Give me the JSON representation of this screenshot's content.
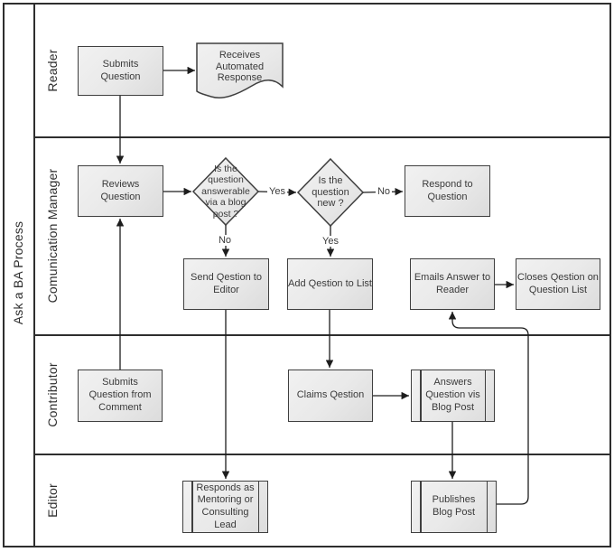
{
  "title": "Ask a BA Process",
  "lanes": [
    {
      "label": "Reader"
    },
    {
      "label": "Comunication Manager"
    },
    {
      "label": "Contributor"
    },
    {
      "label": "Editor"
    }
  ],
  "nodes": {
    "submits_question": "Submits\nQuestion",
    "receives_automated_response": "Receives\nAutomated\nResponse",
    "reviews_question": "Reviews\nQuestion",
    "is_question_answerable": "Is the\nquestion\nanswerable\nvia a blog\npost ?",
    "is_question_new": "Is the\nquestion\nnew ?",
    "respond_to_question": "Respond to\nQuestion",
    "send_qestion_to_editor": "Send Qestion to\nEditor",
    "add_qestion_to_list": "Add Qestion to List",
    "emails_answer_to_reader": "Emails Answer to\nReader",
    "closes_qestion_on_question_list": "Closes Qestion on\nQuestion List",
    "submits_question_from_comment": "Submits\nQuestion from\nComment",
    "claims_qestion": "Claims Qestion",
    "answers_question_vis_blog_post": "Answers\nQuestion vis\nBlog Post",
    "responds_as_mentoring": "Responds as\nMentoring or\nConsulting\nLead",
    "publishes_blog_post": "Publishes\nBlog Post"
  },
  "edge_labels": {
    "q1_yes": "Yes",
    "q1_no": "No",
    "q2_no": "No",
    "q2_yes": "Yes"
  },
  "colors": {
    "node_fill_top": "#f1f1f1",
    "node_fill_bottom": "#dcdcdc",
    "node_border": "#3f3f3f",
    "line": "#1d1d1d",
    "frame": "#2e2e2e",
    "text": "#3a3a3a"
  }
}
